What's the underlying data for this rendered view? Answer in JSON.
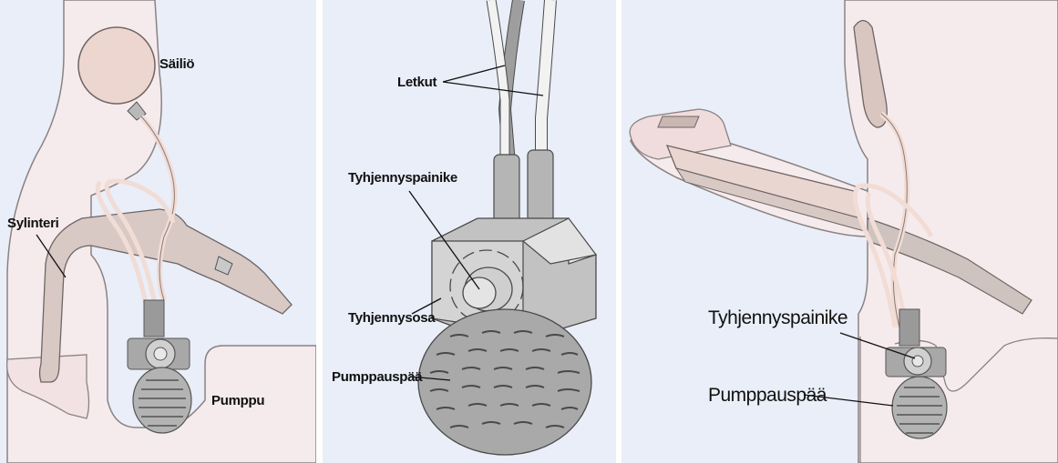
{
  "colors": {
    "panel_bg": "#e9eef8",
    "skin": "#f6ebec",
    "skin_outline": "#8a8283",
    "device_gray": "#bdbdbd",
    "device_light": "#e0e0e0",
    "device_dark": "#8f8f8f",
    "reservoir": "#ecd6cf",
    "outline": "#4a4a4a"
  },
  "panels": {
    "left": {
      "labels": {
        "reservoir": "Säiliö",
        "cylinder": "Sylinteri",
        "pump": "Pumppu"
      }
    },
    "middle": {
      "labels": {
        "tubes": "Letkut",
        "deflate_button": "Tyhjennyspainike",
        "deflate_part": "Tyhjennysosa",
        "pump_head": "Pumppauspää"
      }
    },
    "right": {
      "labels": {
        "deflate_button": "Tyhjennyspainike",
        "pump_head": "Pumppauspää"
      }
    }
  }
}
